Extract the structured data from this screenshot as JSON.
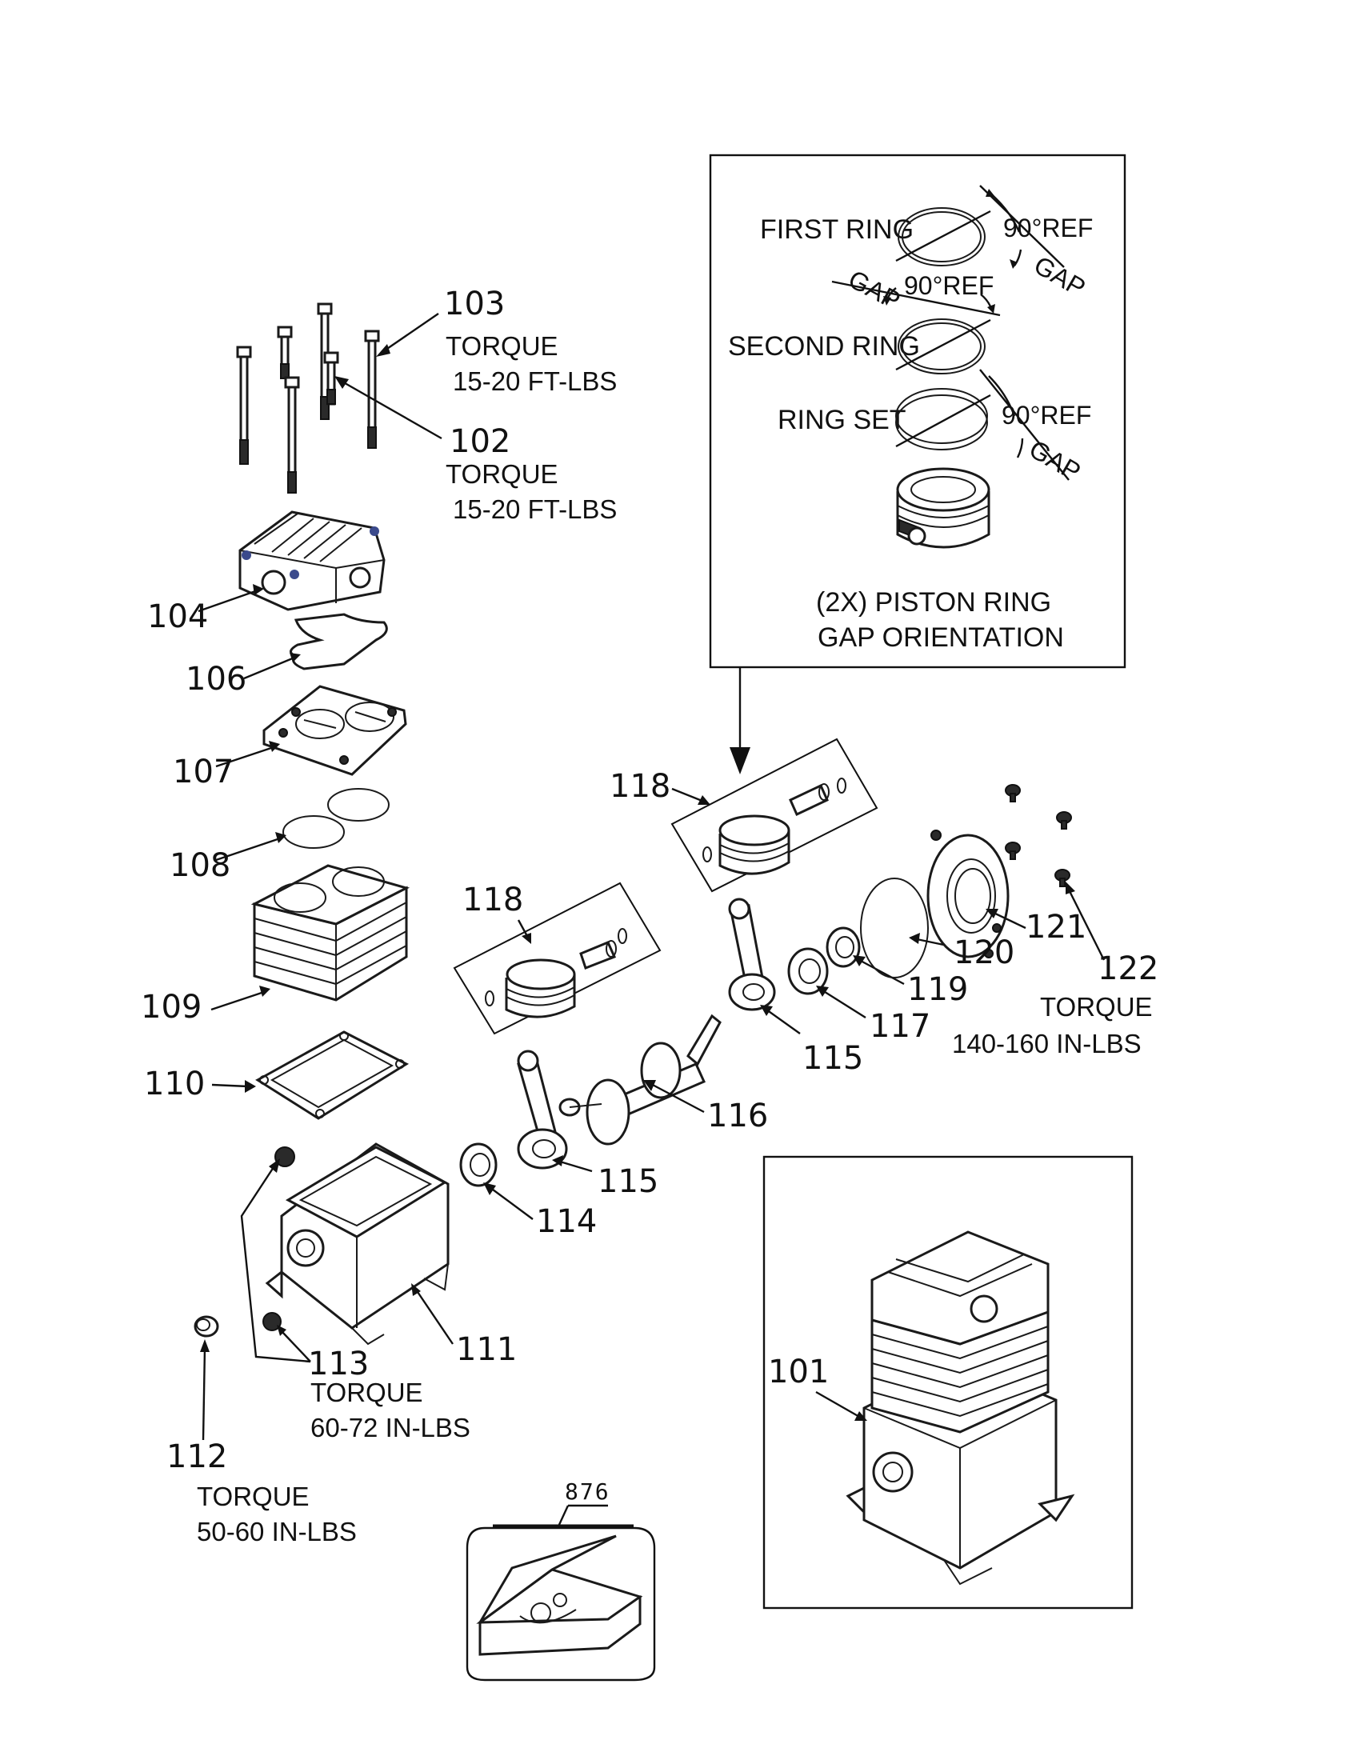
{
  "callouts": {
    "c103": {
      "num": "103",
      "torque": "TORQUE",
      "value": "15-20 FT-LBS"
    },
    "c102": {
      "num": "102",
      "torque": "TORQUE",
      "value": "15-20 FT-LBS"
    },
    "c104": "104",
    "c106": "106",
    "c107": "107",
    "c108": "108",
    "c109": "109",
    "c110": "110",
    "c111": "111",
    "c112": {
      "num": "112",
      "torque": "TORQUE",
      "value": "50-60 IN-LBS"
    },
    "c113": {
      "num": "113",
      "torque": "TORQUE",
      "value": "60-72 IN-LBS"
    },
    "c114": "114",
    "c115a": "115",
    "c115b": "115",
    "c116": "116",
    "c117": "117",
    "c118a": "118",
    "c118b": "118",
    "c119": "119",
    "c120": "120",
    "c121": "121",
    "c122": {
      "num": "122",
      "torque": "TORQUE",
      "value": "140-160 IN-LBS"
    },
    "c101": "101",
    "kit": "876"
  },
  "ring_inset": {
    "first_ring": "FIRST RING",
    "second_ring": "SECOND RING",
    "ring_set": "RING SET",
    "ref1": "90°REF",
    "ref2": "90°REF",
    "ref3": "90°REF",
    "gap1": "GAP",
    "gap2": "GAP",
    "gap3": "GAP",
    "caption_line1": "(2X) PISTON RING",
    "caption_line2": "GAP ORIENTATION"
  }
}
